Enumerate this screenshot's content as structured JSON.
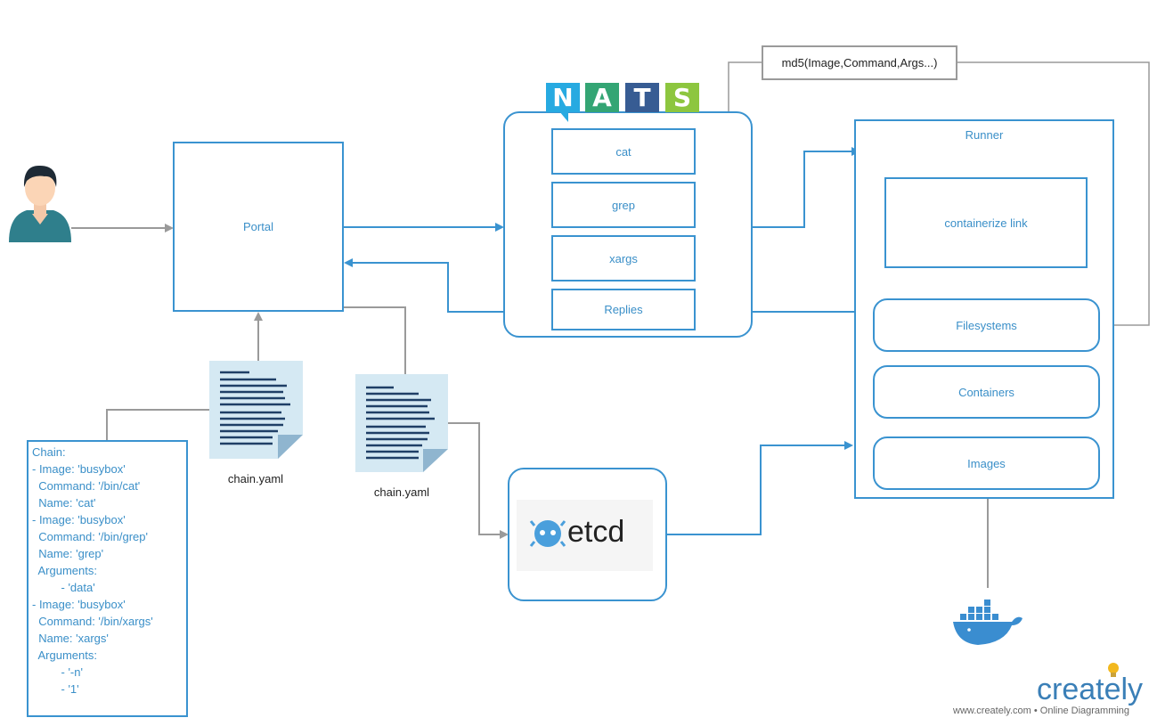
{
  "portal": {
    "label": "Portal"
  },
  "nats": {
    "logo_letters": [
      "N",
      "A",
      "T",
      "S"
    ],
    "logo_colors": [
      "#27aae1",
      "#34a574",
      "#375c93",
      "#8dc63f"
    ],
    "subjects": [
      {
        "label": "cat"
      },
      {
        "label": "grep"
      },
      {
        "label": "xargs"
      },
      {
        "label": "Replies"
      }
    ]
  },
  "md5": {
    "label": "md5(Image,Command,Args...)"
  },
  "runner": {
    "title": "Runner",
    "containerize_link": "containerize link",
    "layers": [
      {
        "label": "Filesystems"
      },
      {
        "label": "Containers"
      },
      {
        "label": "Images"
      }
    ]
  },
  "files": [
    {
      "caption": "chain.yaml"
    },
    {
      "caption": "chain.yaml"
    }
  ],
  "chain_yaml": "Chain:\n- Image: 'busybox'\n  Command: '/bin/cat'\n  Name: 'cat'\n- Image: 'busybox'\n  Command: '/bin/grep'\n  Name: 'grep'\n  Arguments:\n         - 'data'\n- Image: 'busybox'\n  Command: '/bin/xargs'\n  Name: 'xargs'\n  Arguments:\n         - '-n'\n         - '1'",
  "etcd": {
    "label": "etcd"
  },
  "branding": {
    "logo_text": "creately",
    "footer": "www.creately.com • Online Diagramming"
  },
  "colors": {
    "accent": "#3a93d0",
    "connector_gray": "#9a9a9a",
    "doc_fill": "#d5e9f3",
    "doc_lines": "#1f3f66",
    "docker_blue": "#3a8dd0"
  }
}
